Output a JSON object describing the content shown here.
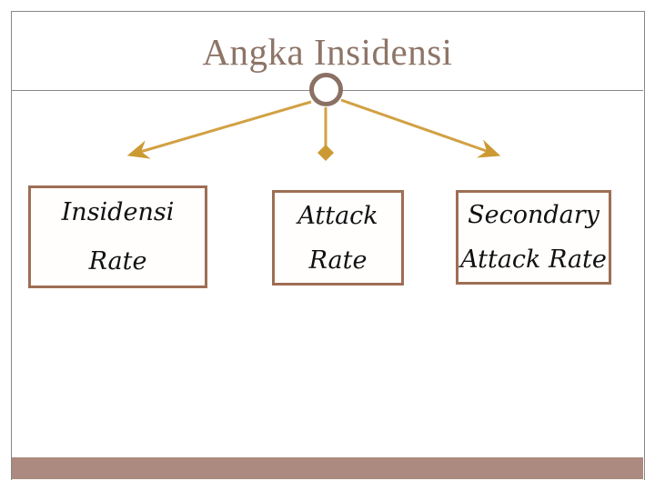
{
  "slide": {
    "title": "Angka Insidensi"
  },
  "diagram": {
    "nodes": [
      {
        "lines": [
          "Insidensi",
          "Rate"
        ]
      },
      {
        "lines": [
          "Attack",
          "Rate"
        ]
      },
      {
        "lines": [
          "Secondary",
          "Attack Rate"
        ]
      }
    ]
  },
  "colors": {
    "title_text": "#8d7568",
    "box_border": "#9e6e55",
    "box_text": "#111111",
    "connector_gold": "#d2a144",
    "circle_ring": "#8b7164",
    "frame_line": "#8b8683",
    "footer_bar": "#ac8a7f",
    "background": "#ffffff"
  }
}
